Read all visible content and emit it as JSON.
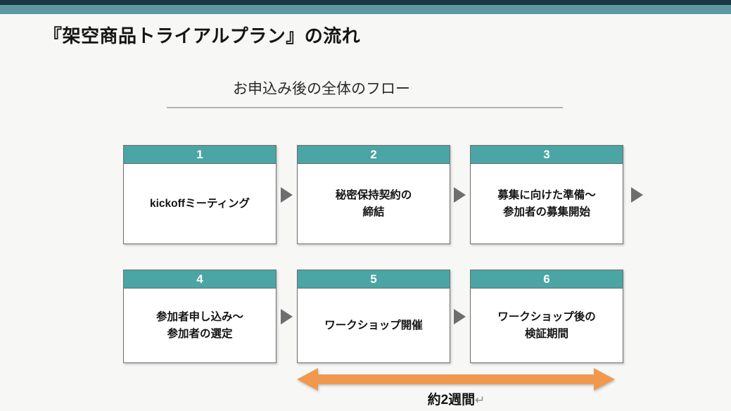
{
  "page": {
    "title": "『架空商品トライアルプラン』の流れ",
    "subtitle": "お申込み後の全体のフロー"
  },
  "steps": [
    {
      "number": "1",
      "title": "kickoffミーティング"
    },
    {
      "number": "2",
      "title": "秘密保持契約の\n締結"
    },
    {
      "number": "3",
      "title": "募集に向けた準備～\n参加者の募集開始"
    },
    {
      "number": "4",
      "title": "参加者申し込み～\n参加者の選定"
    },
    {
      "number": "5",
      "title": "ワークショップ開催"
    },
    {
      "number": "6",
      "title": "ワークショップ後の\n検証期間"
    }
  ],
  "duration": {
    "label": "約2週間",
    "return_mark": "↵"
  },
  "colors": {
    "top-navy": "#1C3642",
    "top-teal": "#5C99A4",
    "header-teal": "#4BA5A5",
    "arrow-gray": "#6E6E6E",
    "duration-orange": "#F0994E",
    "background": "#F7F7F6"
  }
}
